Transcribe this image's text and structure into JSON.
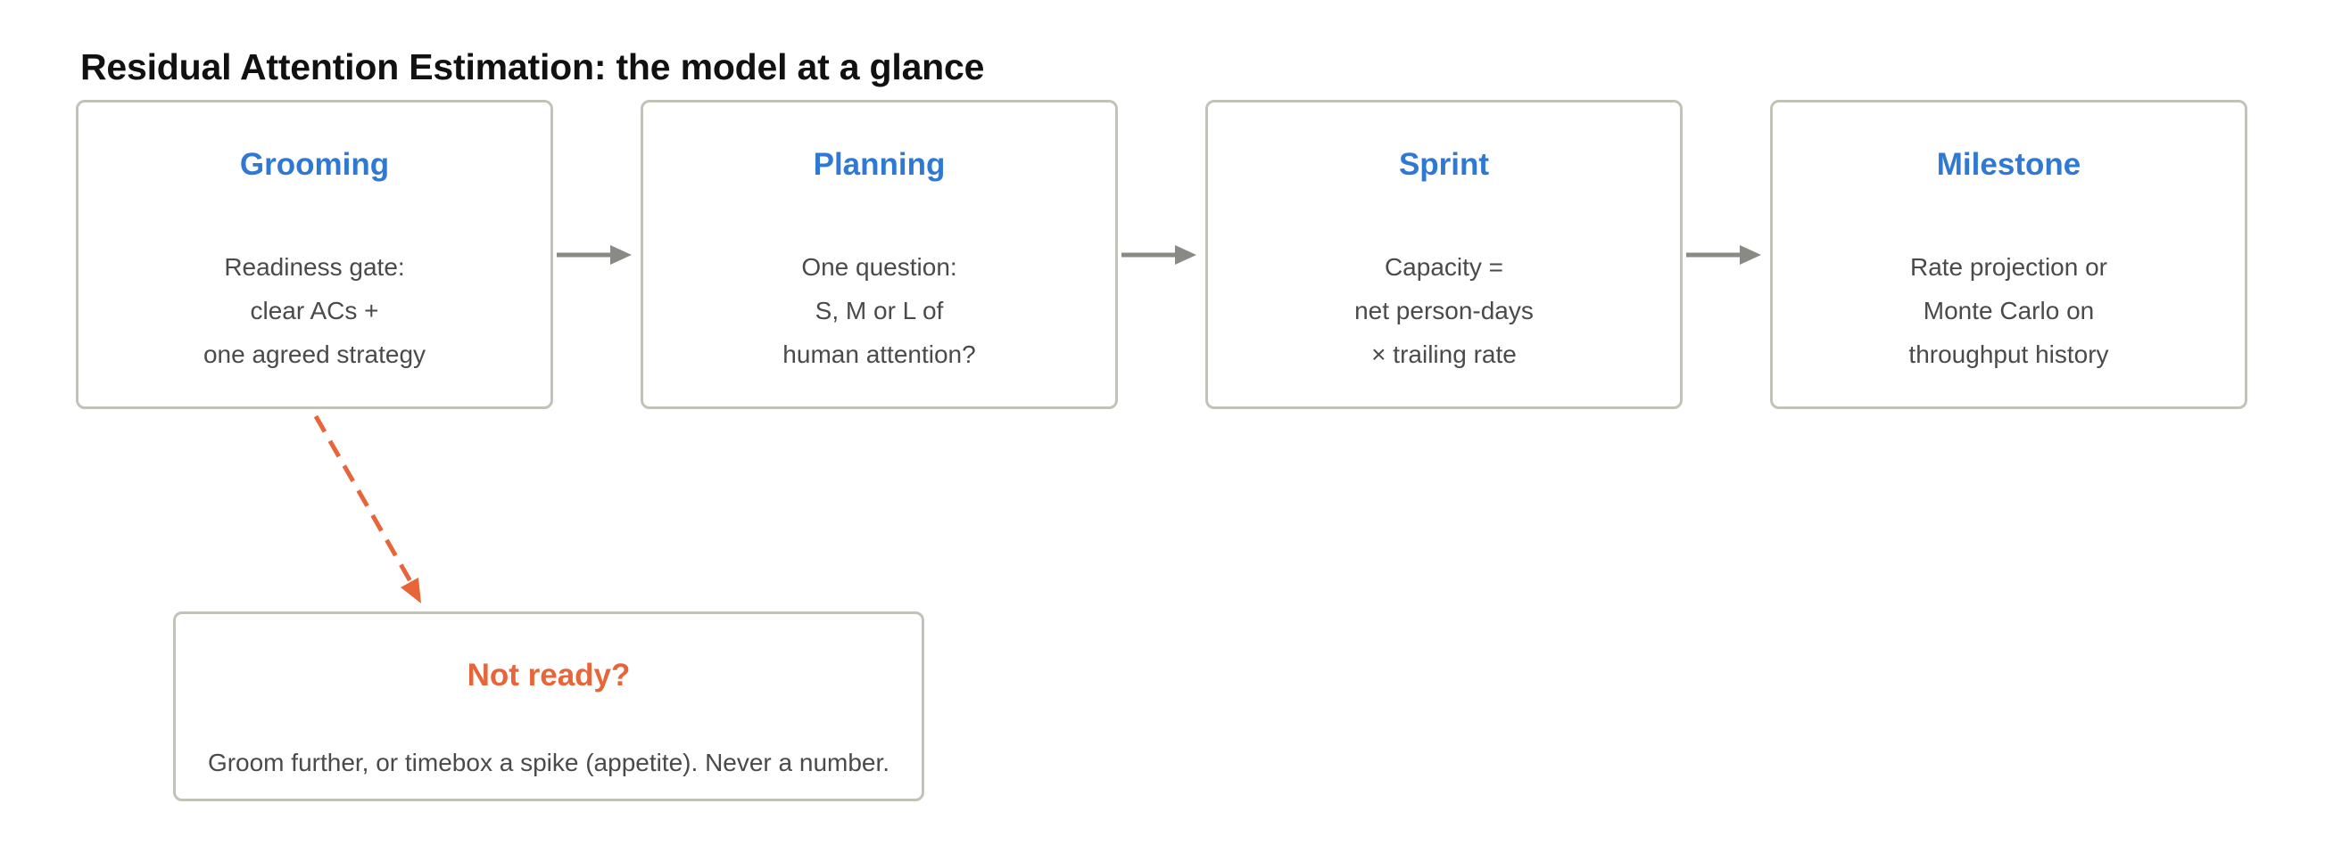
{
  "title": "Residual Attention Estimation: the model at a glance",
  "colors": {
    "stage_heading": "#2f78d3",
    "alert_heading": "#e8653a",
    "box_border": "#c3c2b8",
    "arrow": "#8a8a84",
    "body_text": "#4a4a4a"
  },
  "stages": [
    {
      "heading": "Grooming",
      "lines": [
        "Readiness gate:",
        "clear ACs +",
        "one agreed strategy"
      ]
    },
    {
      "heading": "Planning",
      "lines": [
        "One question:",
        "S, M or L of",
        "human attention?"
      ]
    },
    {
      "heading": "Sprint",
      "lines": [
        "Capacity =",
        "net person-days",
        "× trailing rate"
      ]
    },
    {
      "heading": "Milestone",
      "lines": [
        "Rate projection or",
        "Monte Carlo on",
        "throughput history"
      ]
    }
  ],
  "side_box": {
    "heading": "Not ready?",
    "text": "Groom further, or timebox a spike (appetite). Never a number."
  }
}
